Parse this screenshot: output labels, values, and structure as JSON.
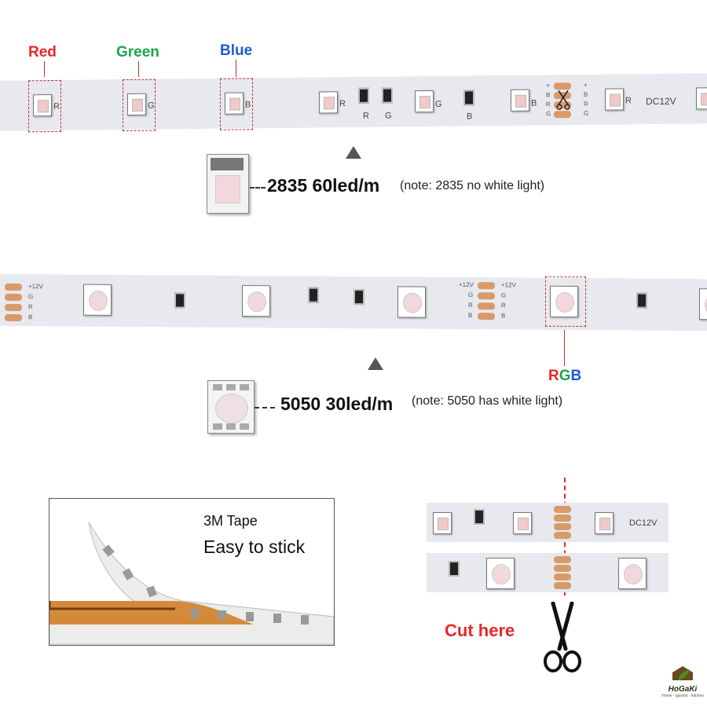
{
  "top_labels": {
    "red": "Red",
    "green": "Green",
    "blue": "Blue"
  },
  "colors": {
    "red": "#e8262a",
    "green": "#1fa34a",
    "blue": "#1f5bd6",
    "strip": "#e7e9ee"
  },
  "strip1": {
    "letters": [
      "R",
      "G",
      "B",
      "R",
      "R",
      "G",
      "G",
      "B",
      "B",
      "R"
    ],
    "pad_signs": [
      "+",
      "B",
      "R",
      "G",
      "+",
      "B",
      "R",
      "G"
    ],
    "voltage": "DC12V"
  },
  "spec_2835": {
    "title": "2835 60led/m",
    "note": "(note: 2835 no white light)"
  },
  "strip2": {
    "left_labels": [
      "+12V",
      "G",
      "R",
      "B"
    ],
    "mid_labels_left": [
      "+12V",
      "G",
      "R",
      "B"
    ],
    "mid_labels_right": [
      "+12V",
      "G",
      "R",
      "B"
    ]
  },
  "rgb_label": {
    "r": "R",
    "g": "G",
    "b": "B"
  },
  "spec_5050": {
    "title": "5050 30led/m",
    "note": "(note: 5050 has white light)"
  },
  "tape": {
    "title": "3M Tape",
    "subtitle": "Easy to stick"
  },
  "cut": {
    "label": "Cut here",
    "voltage": "DC12V"
  },
  "logo": {
    "text": "HoGaKi",
    "tagline": "Home · garden · kitchen"
  }
}
